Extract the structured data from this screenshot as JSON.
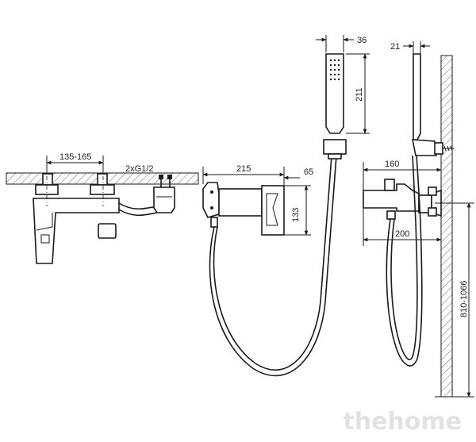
{
  "dimensions": {
    "mixer_spacing": "135-165",
    "connection_thread": "2xG1/2",
    "spout_length": "215",
    "body_depth": "65",
    "body_height": "133",
    "handshower_width": "36",
    "handshower_length": "211",
    "rail_width": "21",
    "side_spout_length": "160",
    "side_projection": "200",
    "mounting_height": "810-1066"
  },
  "watermark": "thehome"
}
